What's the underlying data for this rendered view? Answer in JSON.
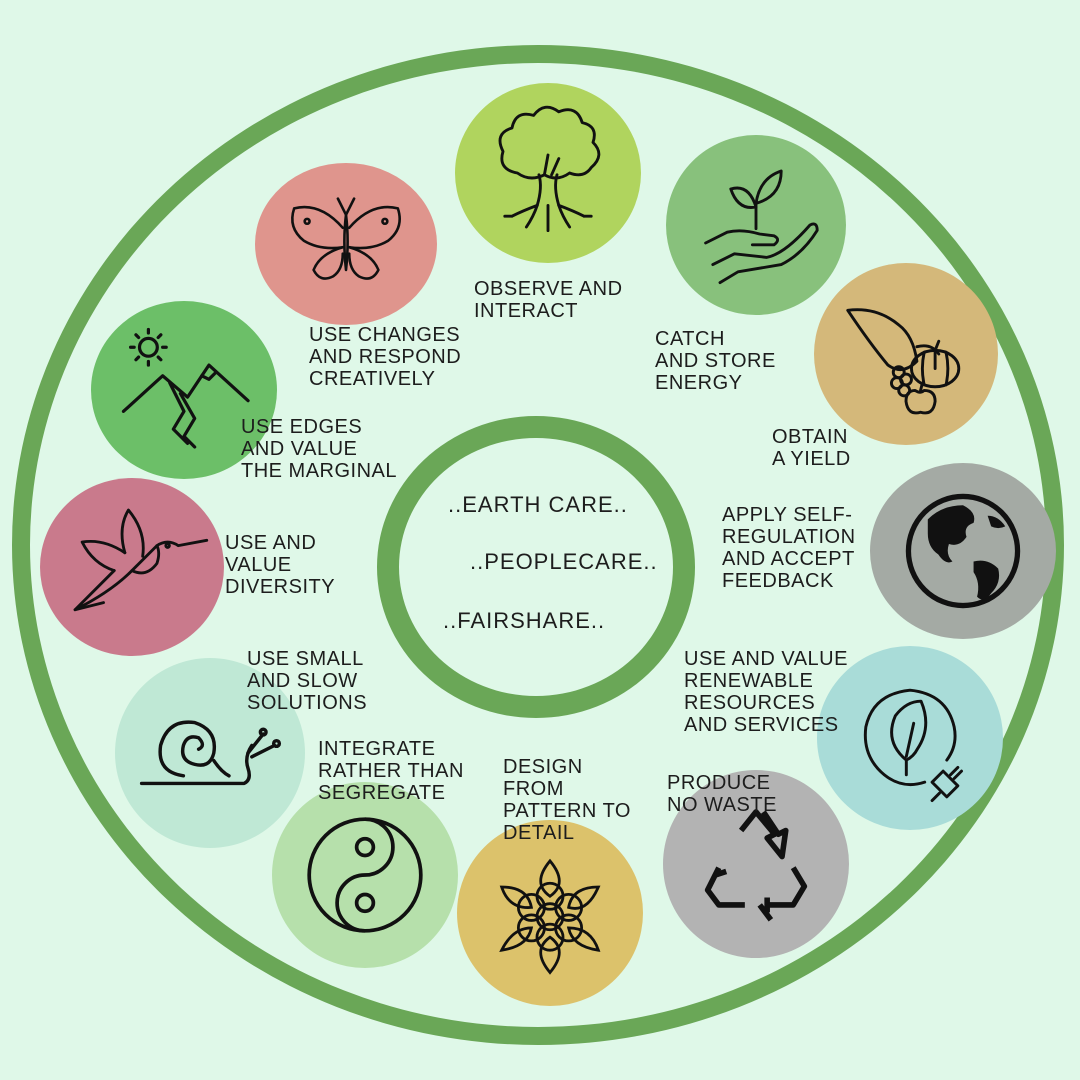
{
  "ethics": {
    "earth_care": "..EARTH CARE..",
    "people_care": "..PEOPLECARE..",
    "fair_share": "..FAIRSHARE.."
  },
  "principles": [
    {
      "id": "observe",
      "lines": [
        "OBSERVE AND",
        "INTERACT"
      ],
      "icon": "tree-icon",
      "color": "#b0d45e"
    },
    {
      "id": "catch",
      "lines": [
        "CATCH",
        "AND STORE",
        "ENERGY"
      ],
      "icon": "plant-in-hand-icon",
      "color": "#88c17c"
    },
    {
      "id": "yield",
      "lines": [
        "OBTAIN",
        "A YIELD"
      ],
      "icon": "cornucopia-icon",
      "color": "#d4b87a"
    },
    {
      "id": "feedback",
      "lines": [
        "APPLY SELF-",
        "REGULATION",
        "AND ACCEPT",
        "FEEDBACK"
      ],
      "icon": "globe-icon",
      "color": "#a4aaa4"
    },
    {
      "id": "renewable",
      "lines": [
        "USE AND VALUE",
        "RENEWABLE",
        "RESOURCES",
        "AND SERVICES"
      ],
      "icon": "leaf-plug-icon",
      "color": "#a9dcd8"
    },
    {
      "id": "waste",
      "lines": [
        "PRODUCE",
        "NO WASTE"
      ],
      "icon": "recycle-icon",
      "color": "#b3b3b3"
    },
    {
      "id": "pattern",
      "lines": [
        "DESIGN",
        "FROM",
        "PATTERN TO",
        "DETAIL"
      ],
      "icon": "mandala-icon",
      "color": "#dcc26b"
    },
    {
      "id": "integrate",
      "lines": [
        "INTEGRATE",
        "RATHER THAN",
        "SEGREGATE"
      ],
      "icon": "yin-yang-icon",
      "color": "#b6e0ab"
    },
    {
      "id": "small",
      "lines": [
        "USE SMALL",
        "AND SLOW",
        "SOLUTIONS"
      ],
      "icon": "snail-icon",
      "color": "#bfe8d5"
    },
    {
      "id": "diversity",
      "lines": [
        "USE AND",
        "VALUE",
        "DIVERSITY"
      ],
      "icon": "hummingbird-icon",
      "color": "#c97a8c"
    },
    {
      "id": "edges",
      "lines": [
        "USE EDGES",
        "AND VALUE",
        "THE MARGINAL"
      ],
      "icon": "mountain-sun-icon",
      "color": "#6cbf68"
    },
    {
      "id": "changes",
      "lines": [
        "USE CHANGES",
        "AND RESPOND",
        "CREATIVELY"
      ],
      "icon": "butterfly-icon",
      "color": "#df958d"
    }
  ]
}
